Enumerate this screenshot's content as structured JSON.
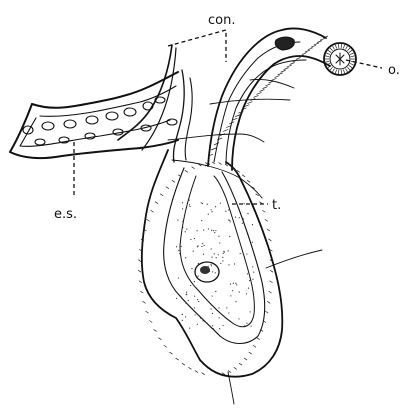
{
  "labels": {
    "con": "con.",
    "o": "o.",
    "es": "e.s.",
    "t": "t."
  },
  "colors": {
    "ink": "#111111",
    "paper": "#ffffff"
  }
}
